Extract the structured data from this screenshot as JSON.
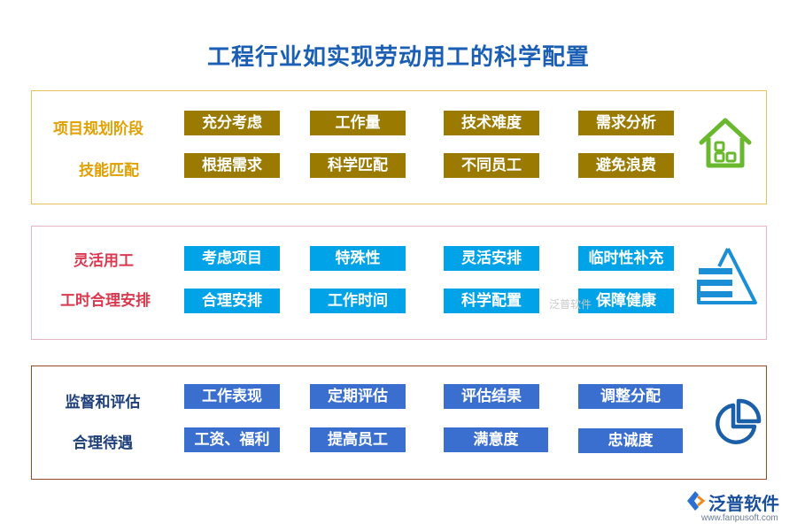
{
  "title": "工程行业如实现劳动用工的科学配置",
  "sections": [
    {
      "labels": [
        "项目规划阶段",
        "技能匹配"
      ],
      "rows": [
        [
          "充分考虑",
          "工作量",
          "技术难度",
          "需求分析"
        ],
        [
          "根据需求",
          "科学匹配",
          "不同员工",
          "避免浪费"
        ]
      ],
      "icon": "house-icon"
    },
    {
      "labels": [
        "灵活用工",
        "工时合理安排"
      ],
      "rows": [
        [
          "考虑项目",
          "特殊性",
          "灵活安排",
          "临时性补充"
        ],
        [
          "合理安排",
          "工作时间",
          "科学配置",
          "保障健康"
        ]
      ],
      "icon": "pyramid-chart-icon"
    },
    {
      "labels": [
        "监督和评估",
        "合理待遇"
      ],
      "rows": [
        [
          "工作表现",
          "定期评估",
          "评估结果",
          "调整分配"
        ],
        [
          "工资、福利",
          "提高员工",
          "满意度",
          "忠诚度"
        ]
      ],
      "icon": "pie-chart-icon"
    }
  ],
  "colors": {
    "title": "#1a5fb4",
    "section1_box": "#9a7a00",
    "section2_box": "#00a3e8",
    "section3_box": "#3a6fd0"
  },
  "watermark": "泛普软件",
  "logo": {
    "name": "泛普软件",
    "url": "www.fanpusoft.com"
  }
}
